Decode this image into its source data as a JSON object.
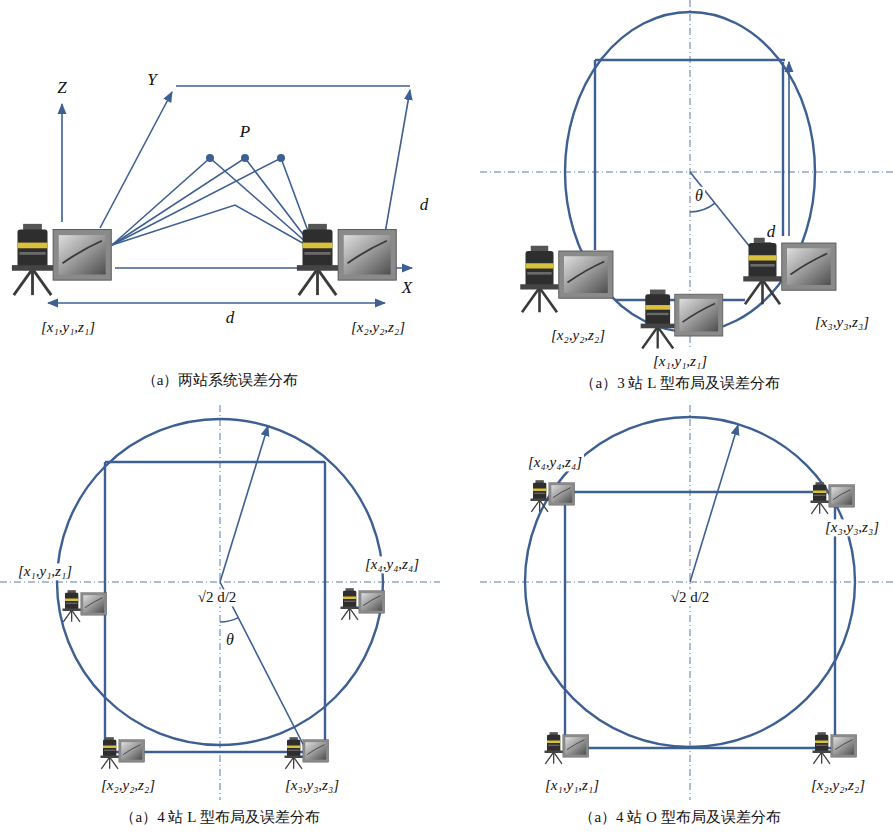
{
  "diagram": {
    "labels": [
      "Z",
      "Y",
      "P",
      "X",
      "d",
      "d",
      "[x₁,y₁,z₁]",
      "[x₂,y₂,z₂]",
      "（a）两站系统误差分布",
      "d",
      "θ",
      "[x₂,y₂,z₂]",
      "[x₃,y₃,z₃]",
      "[x₁,y₁,z₁]",
      "（a）3 站 L 型布局及误差分布",
      "[x₁,y₁,z₁]",
      "[x₄,y₄,z₄]",
      "√2 d/2",
      "θ",
      "[x₂,y₂,z₂]",
      "[x₃,y₃,z₃]",
      "（a）4 站 L 型布局及误差分布",
      "[x₄,y₄,z₄]",
      "[x₃,y₃,z₃]",
      "√2 d/2",
      "[x₁,y₁,z₁]",
      "[x₂,y₂,z₂]",
      "（a）4 站 O 型布局及误差分布"
    ]
  }
}
